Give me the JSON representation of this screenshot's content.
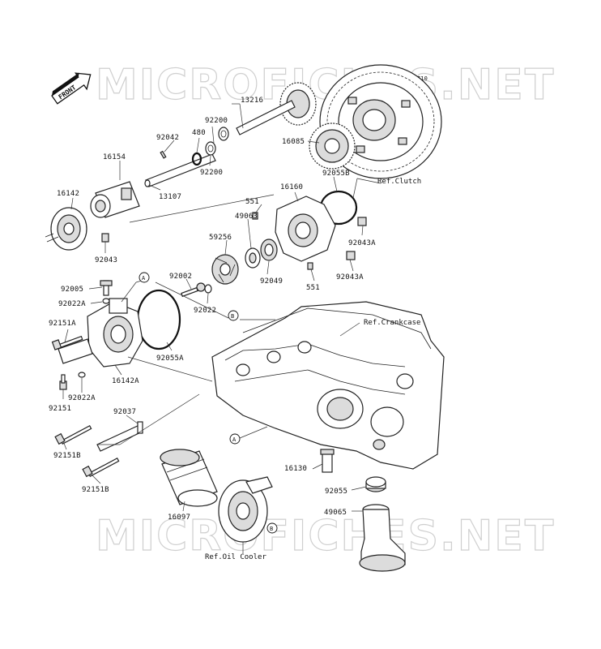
{
  "diagram_code": "E1710",
  "front_marker": "FRONT",
  "watermark": "MICROFICHES.NET",
  "callouts": {
    "a": "A",
    "b": "B"
  },
  "labels": {
    "p13216": "13216",
    "p92042": "92042",
    "p480": "480",
    "p92200a": "92200",
    "p92200b": "92200",
    "p16085": "16085",
    "p16154": "16154",
    "p16142": "16142",
    "p13107": "13107",
    "p92043": "92043",
    "p551a": "551",
    "p16160": "16160",
    "p92055B": "92055B",
    "p49063": "49063",
    "p59256": "59256",
    "p92043Aa": "92043A",
    "p92049": "92049",
    "p92043Ab": "92043A",
    "p551b": "551",
    "p92002": "92002",
    "p92022": "92022",
    "p92005": "92005",
    "p92022A": "92022A",
    "p92151A": "92151A",
    "p92055A": "92055A",
    "p16142A": "16142A",
    "p92151": "92151",
    "p92022Ab": "92022A",
    "p92037": "92037",
    "p92151B": "92151B",
    "p92151Bb": "92151B",
    "p16097": "16097",
    "p16130": "16130",
    "p92055": "92055",
    "p49065": "49065"
  },
  "refs": {
    "clutch": "Ref.Clutch",
    "crankcase": "Ref.Crankcase",
    "oil_cooler": "Ref.Oil Cooler"
  }
}
